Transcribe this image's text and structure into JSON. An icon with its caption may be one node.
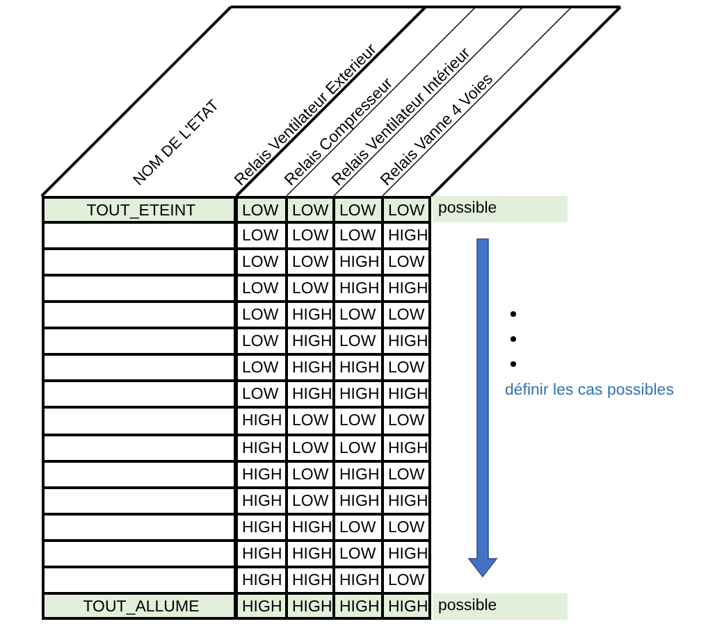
{
  "diagram": {
    "labels": [
      "NOM DE L'ETAT",
      "Relais Ventilateur Exterieur",
      "Relais Compresseur",
      "Relais Ventilateur Intérieur",
      "Relais Vanne 4 Voies",
      "TOUT_ETEINT",
      "LOW",
      "LOW",
      "LOW",
      "LOW",
      "possible",
      "LOW",
      "LOW",
      "LOW",
      "HIGH",
      "LOW",
      "LOW",
      "HIGH",
      "LOW",
      "LOW",
      "LOW",
      "HIGH",
      "HIGH",
      "LOW",
      "HIGH",
      "LOW",
      "LOW",
      "LOW",
      "HIGH",
      "LOW",
      "HIGH",
      "LOW",
      "HIGH",
      "HIGH",
      "LOW",
      "LOW",
      "HIGH",
      "HIGH",
      "HIGH",
      "HIGH",
      "LOW",
      "LOW",
      "LOW",
      "HIGH",
      "LOW",
      "LOW",
      "HIGH",
      "HIGH",
      "LOW",
      "HIGH",
      "LOW",
      "HIGH",
      "LOW",
      "HIGH",
      "HIGH",
      "HIGH",
      "HIGH",
      "LOW",
      "LOW",
      "HIGH",
      "HIGH",
      "LOW",
      "HIGH",
      "HIGH",
      "HIGH",
      "HIGH",
      "LOW",
      "TOUT_ALLUME",
      "HIGH",
      "HIGH",
      "HIGH",
      "HIGH",
      "possible",
      "définir les cas possibles"
    ]
  }
}
